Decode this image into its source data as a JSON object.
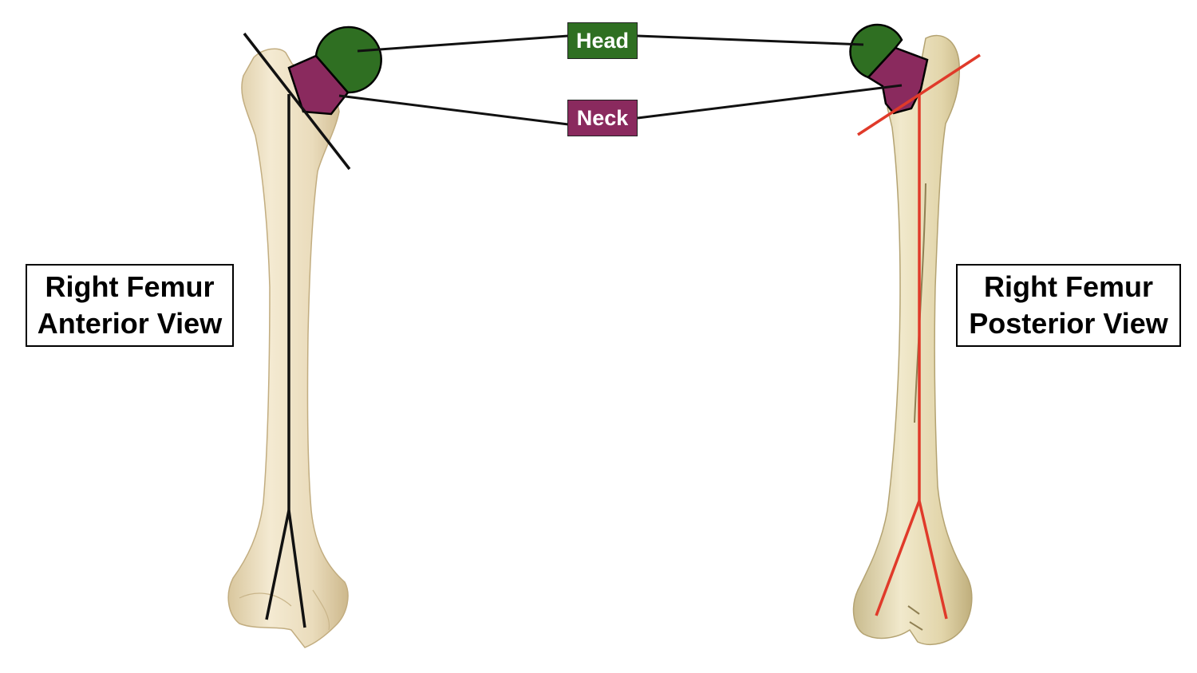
{
  "labels": {
    "anterior": {
      "line1": "Right Femur",
      "line2": "Anterior View"
    },
    "posterior": {
      "line1": "Right Femur",
      "line2": "Posterior View"
    },
    "head": "Head",
    "neck": "Neck"
  },
  "colors": {
    "head": "#2f6f22",
    "neck": "#8a2a5e",
    "bone_anterior": "#eadcbc",
    "bone_posterior": "#e6dcb4",
    "axis_anterior": "#111111",
    "axis_posterior": "#e03a2a",
    "leader_line": "#111111"
  }
}
